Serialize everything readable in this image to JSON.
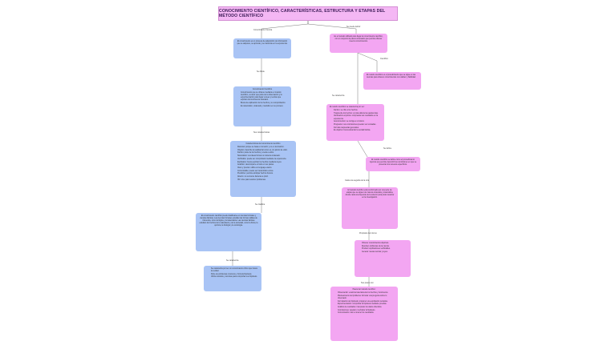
{
  "title": "CONOCIMIENTO CIENTÍFICO, CARACTERÍSTICAS, ESTRUCTURA Y ETAPAS DEL MÉTODO CIENTÍFICO",
  "connectors": {
    "left_top": "Conocimiento Ciencia",
    "right_top": "Se puede definir",
    "left_2": "Se divide",
    "left_3": "Sus características",
    "left_4": "Se clasifica",
    "left_5": "Se caracteriza",
    "right_2": "Cientifico",
    "right_3": "Se caracteriza",
    "right_4": "Se define",
    "right_5": "Cada una seguida de la otra",
    "right_6": "Propósito del mismo",
    "right_7": "Sus pasos son"
  },
  "left": {
    "box1": "El conocimiento es un proceso de adquisición de información que se adquiere, se aprende y se transmite en la experiencia.",
    "box2_title": "Conocimiento Científico",
    "box2_items": [
      "Conocimiento que se obtiene mediante el método científico, es decir que parte de la observación y la experimentación para llegar a leyes y teorías que explican los fenómenos naturales.",
      "Busca la explicación de los hechos y su comprobación.",
      "Es sistemático, ordenado y metódico en su proceso."
    ],
    "box3_title": "Características del conocimiento científico",
    "box3_items": [
      "Racional: porque se basa en la razón y no en la intuición.",
      "Objetivo: describe la realidad tal como es, sin juicios de valor.",
      "Fáctico: parte de los hechos y vuelve a ellos.",
      "Sistemático: sus ideas forman un sistema ordenado.",
      "Verificable: puede ser comprobado mediante la experiencia.",
      "Explicativo: busca explicar los hechos mediante leyes.",
      "Analítico: descompone el todo en sus partes.",
      "Claro y preciso: utiliza un lenguaje exacto.",
      "Comunicable: puede ser transmitido a otros.",
      "Predictivo: permite anticipar hechos futuros.",
      "Abierto: no reconoce barreras a priori.",
      "Útil: sirve para resolver problemas."
    ],
    "box4": "El conocimiento científico puede clasificarse en ciencias formales y ciencias fácticas. Las ciencias formales estudian las formas válidas de inferencia, como la lógica y la matemática. Las ciencias fácticas estudian los hechos de la naturaleza y de la sociedad, como la física, la química, la biología y la sociología.",
    "box5_items": [
      "Se caracteriza por ser un conocimiento crítico que busca la verdad.",
      "Parte de problemas concretos y formula hipótesis.",
      "Utiliza métodos y técnicas para comprobar sus hipótesis."
    ]
  },
  "right": {
    "box1": "Es el método utilizado para llegar al conocimiento científico, con un conjunto de pasos ordenados que permite obtener nuevos conocimientos.",
    "box2": "El método científico es el procedimiento que se sigue en las ciencias para obtener conocimientos con validez y fiabilidad.",
    "box3_title": "El método científico se caracteriza por ser:",
    "box3_items": [
      "Fáctico: se ciñe a los hechos.",
      "Trasciende los hechos: va más allá de las apariencias.",
      "Verificación empírica: comprueba sus resultados en la experiencia.",
      "Autocorrectivo: se corrige a sí mismo.",
      "Progresivo: sus conclusiones pueden ser revisadas.",
      "Formula respuestas generales.",
      "Es objetivo: busca alcanzar la verdad fáctica."
    ],
    "box4": "El método científico se define como el procedimiento riguroso que permite descubrir las condiciones en que se presentan los sucesos específicos.",
    "box5": "El método científico está conformado por una serie de etapas que se siguen de manera ordenada y sistemática, donde cada una depende de la anterior para poder avanzar en la investigación.",
    "box6_items": [
      "Obtener conocimientos objetivos.",
      "Resolver problemas de la ciencia.",
      "Producir explicaciones verificables.",
      "Generar nuevas teorías y leyes."
    ],
    "box7_title": "Pasos del método científico:",
    "box7_items": [
      "Observación: examinar atentamente los hechos y fenómenos.",
      "Planteamiento del problema: formular una pregunta sobre lo observado.",
      "Formulación de hipótesis: proponer una explicación tentativa.",
      "Experimentación: comprobar la hipótesis mediante pruebas.",
      "Análisis de resultados: interpretar los datos obtenidos.",
      "Conclusiones: aceptar o rechazar la hipótesis.",
      "Comunicación: dar a conocer los resultados."
    ]
  }
}
